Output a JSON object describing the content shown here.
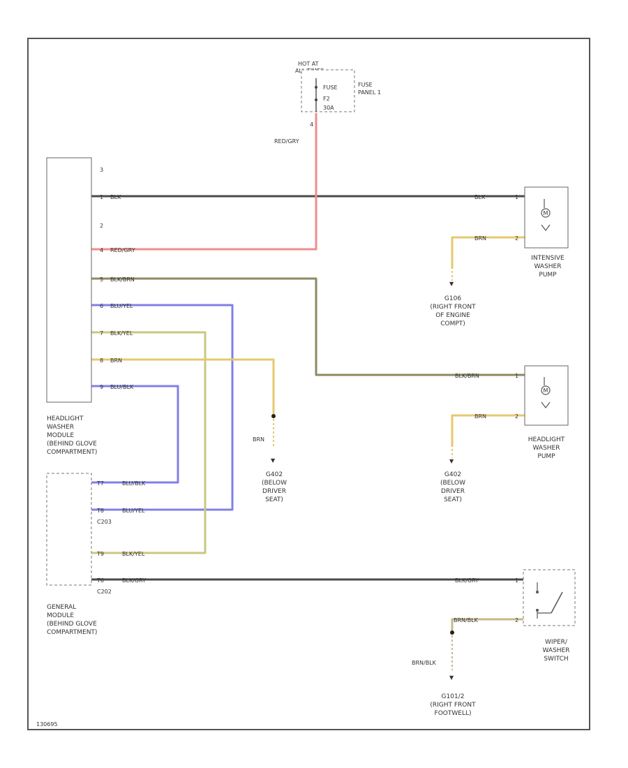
{
  "diagram": {
    "fuse_panel": {
      "hot_at": "HOT AT",
      "battery": "ALL TIMES",
      "fuse_lines": [
        "FUSE",
        "F2",
        "30A"
      ],
      "panel_lines": [
        "FUSE",
        "PANEL 1"
      ],
      "pin": "4"
    },
    "headlight_module": {
      "label_lines": [
        "HEADLIGHT",
        "WASHER",
        "MODULE",
        "(BEHIND GLOVE",
        "COMPARTMENT)"
      ],
      "pins": [
        {
          "num": "3",
          "wire": ""
        },
        {
          "num": "1",
          "wire": "BLK"
        },
        {
          "num": "2",
          "wire": ""
        },
        {
          "num": "4",
          "wire": "RED/GRY"
        },
        {
          "num": "5",
          "wire": "BLK/BRN"
        },
        {
          "num": "6",
          "wire": "BLU/YEL"
        },
        {
          "num": "7",
          "wire": "BLK/YEL"
        },
        {
          "num": "8",
          "wire": "BRN"
        },
        {
          "num": "9",
          "wire": "BLU/BLK"
        }
      ]
    },
    "general_module": {
      "label_lines": [
        "GENERAL",
        "MODULE",
        "(BEHIND GLOVE",
        "COMPARTMENT)"
      ],
      "pins": [
        {
          "num": "T7",
          "wire": "BLU/BLK",
          "sub": ""
        },
        {
          "num": "T8",
          "wire": "BLU/YEL",
          "sub": "C203"
        },
        {
          "num": "T9",
          "wire": "BLK/YEL",
          "sub": ""
        },
        {
          "num": "T6",
          "wire": "BLK/GRY",
          "sub": "C202"
        }
      ]
    },
    "wire_red_gry": "RED/GRY",
    "intensive_pump": {
      "label_lines": [
        "INTENSIVE",
        "WASHER",
        "PUMP"
      ],
      "pin1": "1",
      "pin2": "2",
      "wire_blk": "BLK",
      "wire_brn": "BRN",
      "ground_lines": [
        "G106",
        "(RIGHT FRONT",
        "OF ENGINE",
        "COMPT)"
      ]
    },
    "headlight_pump": {
      "label_lines": [
        "HEADLIGHT",
        "WASHER",
        "PUMP"
      ],
      "pin1": "1",
      "pin2": "2",
      "wire_blk_brn": "BLK/BRN",
      "wire_brn": "BRN",
      "ground_lines": [
        "G402",
        "(BELOW",
        "DRIVER",
        "SEAT)"
      ]
    },
    "brn_ground": {
      "wire": "BRN",
      "ground_lines": [
        "G402",
        "(BELOW",
        "DRIVER",
        "SEAT)"
      ]
    },
    "wiper_switch": {
      "label_lines": [
        "WIPER/",
        "WASHER",
        "SWITCH"
      ],
      "pin1": "1",
      "pin2": "2",
      "wire_blk_gry": "BLK/GRY",
      "wire_brn_blk": "BRN/BLK",
      "wire_brn_blk_lower": "BRN/BLK",
      "ground_lines": [
        "G101/2",
        "(RIGHT FRONT",
        "FOOTWELL)"
      ]
    },
    "figure_id": "130695",
    "colors": {
      "black": "#4a4a4a",
      "red": "#f08c8c",
      "blue": "#8080e8",
      "yellow_green": "#c8c880",
      "yellow": "#e6c86e",
      "olive": "#8c8a60",
      "tan": "#c8b88a"
    }
  }
}
